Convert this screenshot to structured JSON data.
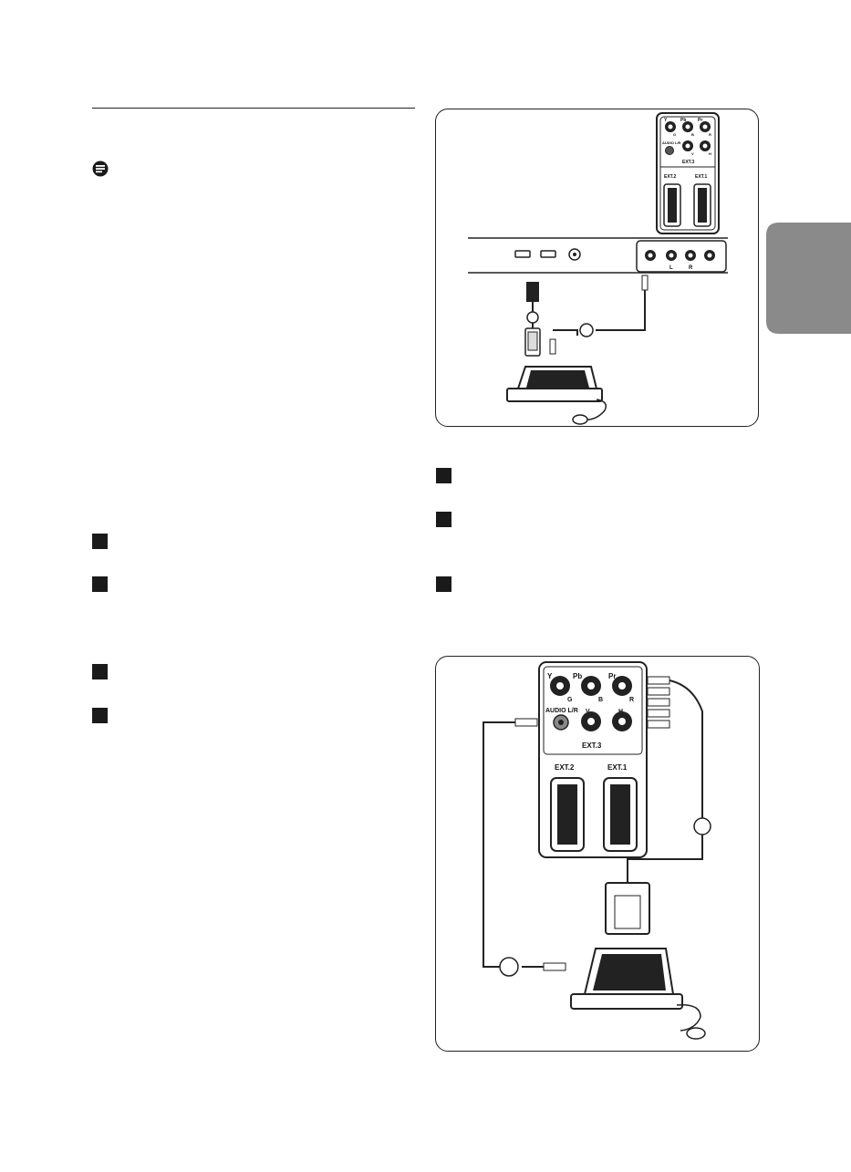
{
  "diagram_top": {
    "ext1_label": "EXT.1",
    "ext2_label": "EXT.2",
    "ext3_label": "EXT.3",
    "audio_label": "AUDIO L/R",
    "y_label": "Y",
    "pb_label": "Pb",
    "pr_label": "Pr",
    "g_label": "G",
    "b_label": "B",
    "r_label": "R",
    "v_label": "V",
    "h_label": "H",
    "l_label": "L",
    "r_side_label": "R"
  },
  "diagram_bottom": {
    "y_label": "Y",
    "pb_label": "Pb",
    "pr_label": "Pr",
    "g_label": "G",
    "b_label": "B",
    "r_label": "R",
    "audio_label": "AUDIO L/R",
    "v_label": "V",
    "h_label": "H",
    "ext3_label": "EXT.3",
    "ext2_label": "EXT.2",
    "ext1_label": "EXT.1"
  },
  "colors": {
    "ink": "#1a1a1a",
    "tab": "#8a8a8a",
    "panel": "#ededed"
  }
}
